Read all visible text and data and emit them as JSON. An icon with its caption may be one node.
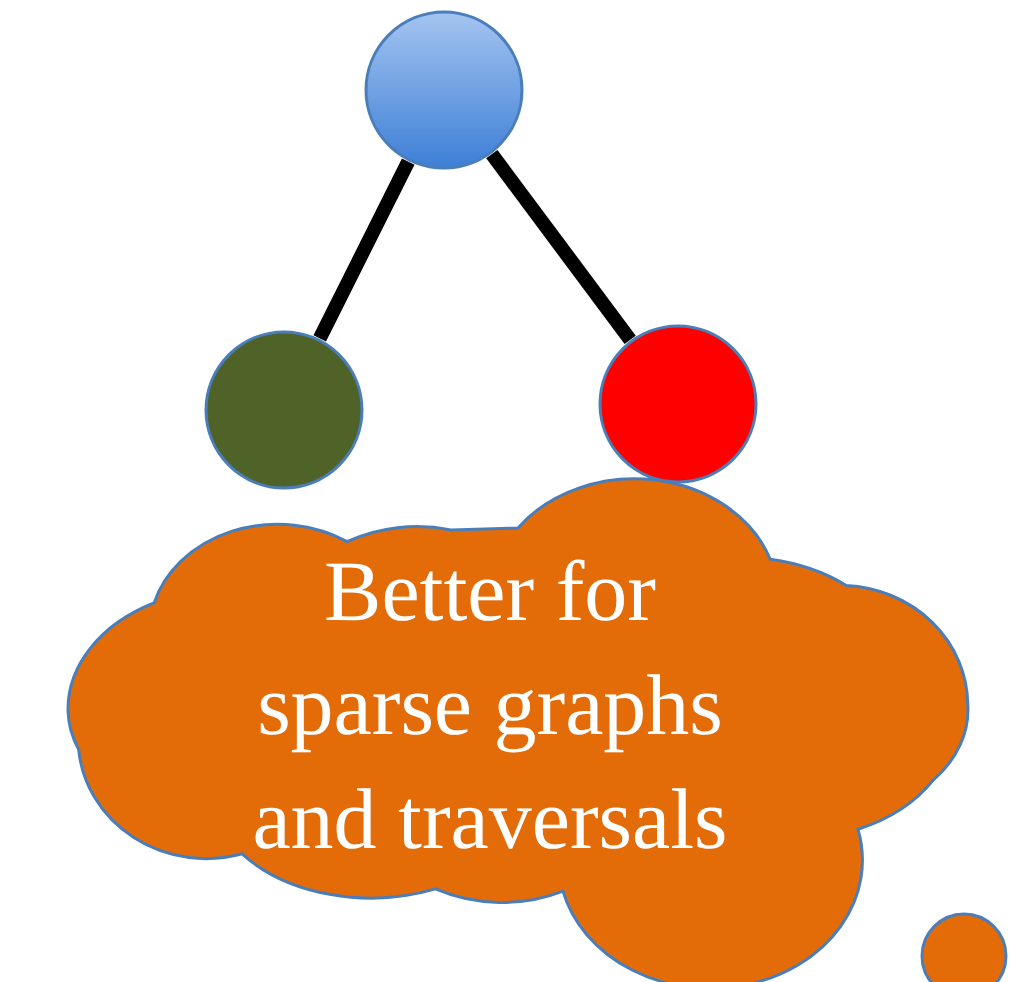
{
  "diagram": {
    "nodes": [
      {
        "text": [],
        "shape": "circle"
      },
      {
        "text": [],
        "shape": "circle"
      },
      {
        "text": [],
        "shape": "circle"
      },
      {
        "text": [
          "Better for sparse graphs and traversals"
        ]
      },
      {
        "text": [],
        "shape": "circle"
      }
    ],
    "edges": [
      {
        "from": 0,
        "to": 1,
        "arrow": "none"
      },
      {
        "from": 0,
        "to": 2,
        "arrow": "none"
      }
    ]
  }
}
